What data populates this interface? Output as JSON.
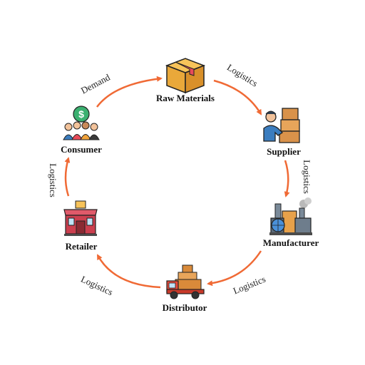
{
  "colors": {
    "arrow": "#f06a35",
    "text": "#111111"
  },
  "nodes": {
    "raw_materials": {
      "label": "Raw Materials",
      "icon": "cardboard-box-icon"
    },
    "supplier": {
      "label": "Supplier",
      "icon": "supplier-with-boxes-icon"
    },
    "manufacturer": {
      "label": "Manufacturer",
      "icon": "factory-icon"
    },
    "distributor": {
      "label": "Distributor",
      "icon": "delivery-truck-icon"
    },
    "retailer": {
      "label": "Retailer",
      "icon": "shop-icon"
    },
    "consumer": {
      "label": "Consumer",
      "icon": "consumer-group-icon"
    }
  },
  "edges": {
    "raw_to_supplier": "Logistics",
    "supplier_to_manufacturer": "Logistics",
    "manufacturer_to_distributor": "Logistics",
    "distributor_to_retailer": "Logistics",
    "retailer_to_consumer": "Logistics",
    "consumer_to_raw": "Demand"
  }
}
